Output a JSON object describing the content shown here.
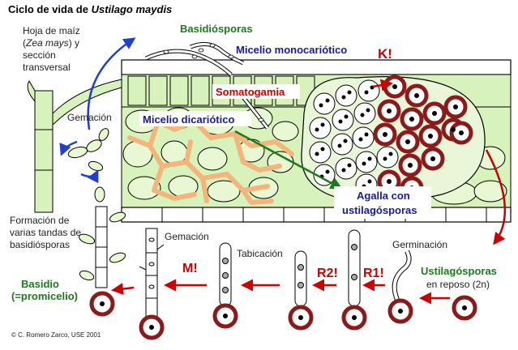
{
  "title": {
    "prefix": "Ciclo de vida de ",
    "species": "Ustilago maydis"
  },
  "labels": {
    "leaf_line1": "Hoja de maíz",
    "leaf_line2_paren_open": "(",
    "leaf_line2_species": "Zea mays",
    "leaf_line2_rest": ") y",
    "leaf_line3": "sección",
    "leaf_line4": "transversal",
    "basidiosporas": "Basidiósporas",
    "micelio_mono": "Micelio monocariótico",
    "k": "K!",
    "somatogamia": "Somatogamia",
    "gemacion_top": "Gemación",
    "micelio_di": "Micelio dicariótico",
    "agalla_line1": "Agalla con",
    "agalla_line2": "ustilagósporas",
    "formacion_line1": "Formación de",
    "formacion_line2": "varias tandas de",
    "formacion_line3": "basidiósporas",
    "gemacion_bottom": "Gemación",
    "tabicacion": "Tabicación",
    "germinacion": "Germinación",
    "m": "M!",
    "r2": "R2!",
    "r1": "R1!",
    "basidio_line1": "Basidio",
    "basidio_line2": "(=promicelio)",
    "ustilagosporas": "Ustilagósporas",
    "reposo": "en reposo (2n)",
    "copyright": "© C. Romero Zarco, USE 2001"
  },
  "colors": {
    "red": "#cc0000",
    "blue": "#1f3fcf",
    "green": "#1d7a1d",
    "leaf_green": "#d8f2bc",
    "hyphae": "#f5b47a",
    "navy": "#1a1a9a",
    "black": "#000000"
  }
}
